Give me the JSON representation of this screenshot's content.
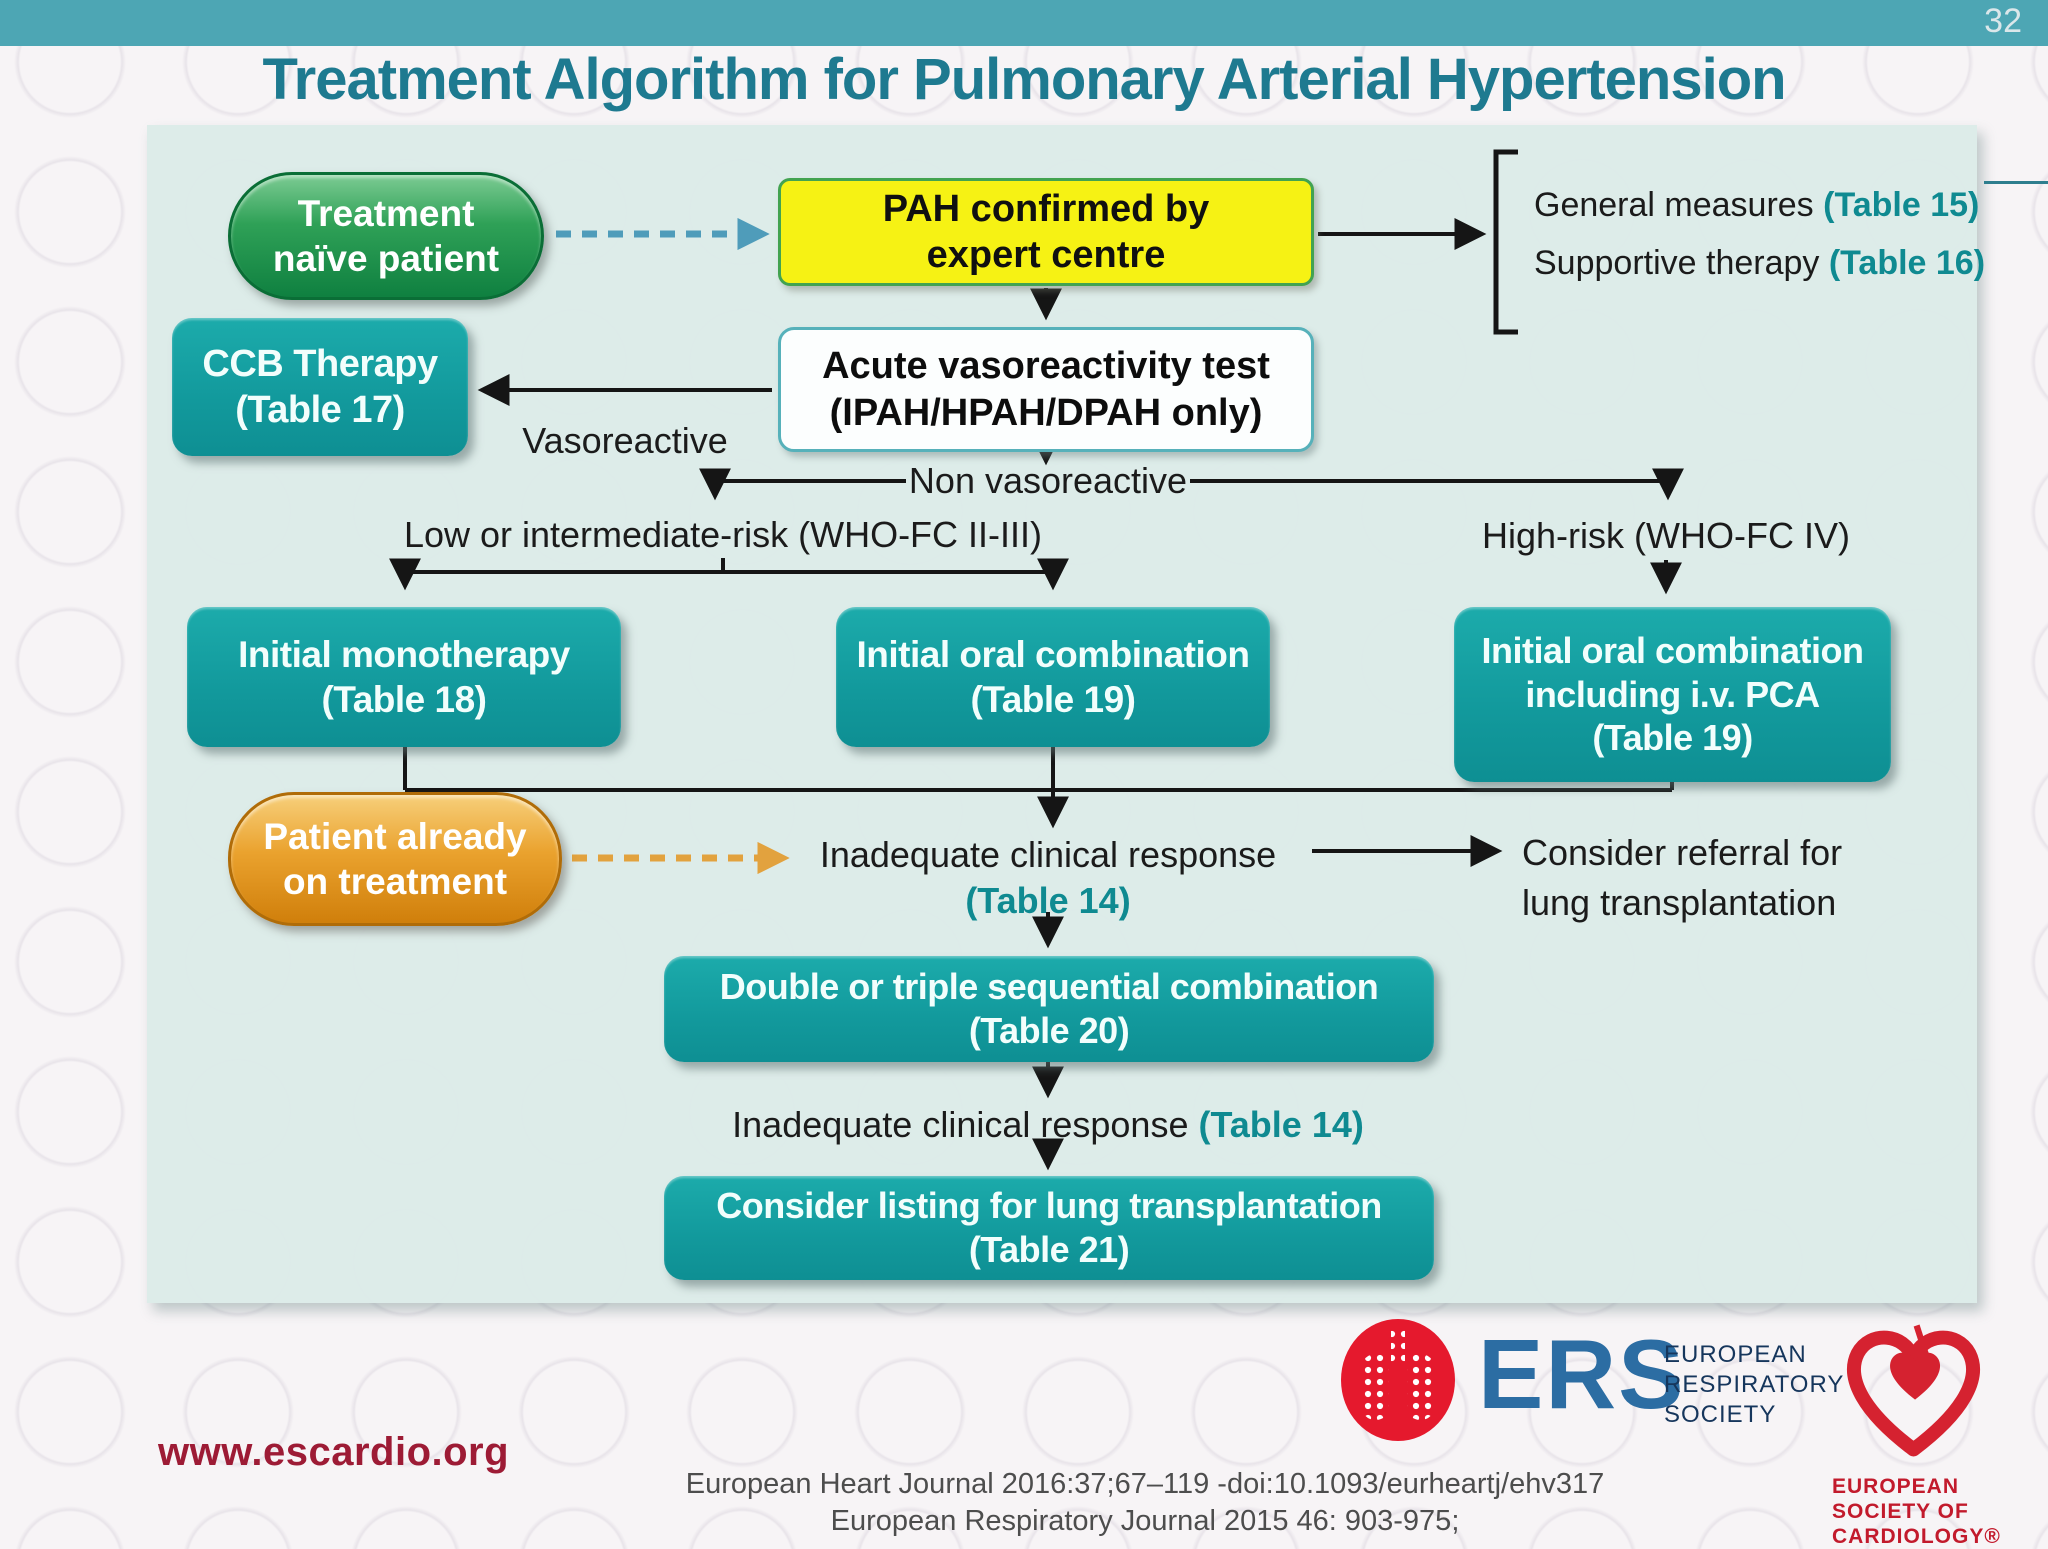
{
  "page_number": "32",
  "title": "Treatment Algorithm for Pulmonary Arterial Hypertension",
  "flowchart": {
    "treatment_naive": {
      "line1": "Treatment",
      "line2": "naïve patient"
    },
    "pah_confirmed": {
      "line1": "PAH confirmed by",
      "line2": "expert centre"
    },
    "general_measures": {
      "text": "General measures ",
      "ref": "(Table 15)"
    },
    "supportive_therapy": {
      "text": "Supportive therapy ",
      "ref": "(Table 16)"
    },
    "ccb_therapy": {
      "line1": "CCB Therapy",
      "line2": "(Table 17)"
    },
    "vasoreactive_label": "Vasoreactive",
    "acute_test": {
      "line1": "Acute vasoreactivity test",
      "line2": "(IPAH/HPAH/DPAH only)"
    },
    "non_vasoreactive_label": "Non vasoreactive",
    "low_risk_label": "Low or intermediate-risk (WHO-FC II-III)",
    "high_risk_label": "High-risk (WHO-FC IV)",
    "initial_monotherapy": {
      "line1": "Initial monotherapy",
      "line2": "(Table 18)"
    },
    "initial_oral_combination": {
      "line1": "Initial oral combination",
      "line2": "(Table 19)"
    },
    "initial_oral_combination_iv": {
      "line1": "Initial oral combination",
      "line2": "including i.v. PCA",
      "line3": "(Table 19)"
    },
    "patient_on_treatment": {
      "line1": "Patient already",
      "line2": "on treatment"
    },
    "inadequate_response_1": {
      "text": "Inadequate clinical response",
      "ref": "(Table 14)"
    },
    "consider_referral": {
      "line1": "Consider referral for",
      "line2": "lung transplantation"
    },
    "double_triple_combination": {
      "line1": "Double or triple sequential combination",
      "line2": "(Table 20)"
    },
    "inadequate_response_2": {
      "text": "Inadequate clinical response ",
      "ref": "(Table 14)"
    },
    "consider_listing": {
      "line1": "Consider listing for lung transplantation",
      "line2": "(Table 21)"
    }
  },
  "footer": {
    "website": "www.escardio.org",
    "citation_line1": "European Heart Journal 2016:37;67–119 -doi:10.1093/eurheartj/ehv317",
    "citation_line2": "European Respiratory Journal 2015 46: 903-975;",
    "ers": {
      "abbr": "ERS",
      "name_line1": "EUROPEAN",
      "name_line2": "RESPIRATORY",
      "name_line3": "SOCIETY"
    },
    "esc": {
      "name_line1": "EUROPEAN",
      "name_line2": "SOCIETY OF",
      "name_line3": "CARDIOLOGY®"
    }
  },
  "colors": {
    "top_band": "#4da6b4",
    "title": "#1e7a90",
    "panel_bg": "#dcebe8",
    "teal_box": "#12999c",
    "green_pill": "#2fa157",
    "orange_pill": "#eaa22e",
    "yellow_box": "#f6f214",
    "table_ref": "#0f8a91",
    "arrow_black": "#151515",
    "arrow_blue_dashed": "#4f9cba",
    "arrow_orange_dashed": "#e2a23e",
    "website_red": "#9d1b35",
    "ers_red": "#e5192d",
    "ers_blue": "#2c6da3",
    "esc_red": "#c21a2c"
  }
}
